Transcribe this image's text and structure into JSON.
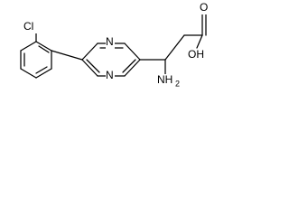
{
  "molecule": {
    "atoms": {
      "chlorine": "Cl",
      "nitrogen_top": "N",
      "nitrogen_bottom": "N",
      "amino_n": "NH",
      "amino_sub": "2",
      "hydroxyl": "OH",
      "carbonyl_oxygen": "O"
    },
    "colors": {
      "bond": "#000000",
      "background": "#ffffff",
      "text": "#000000"
    }
  }
}
